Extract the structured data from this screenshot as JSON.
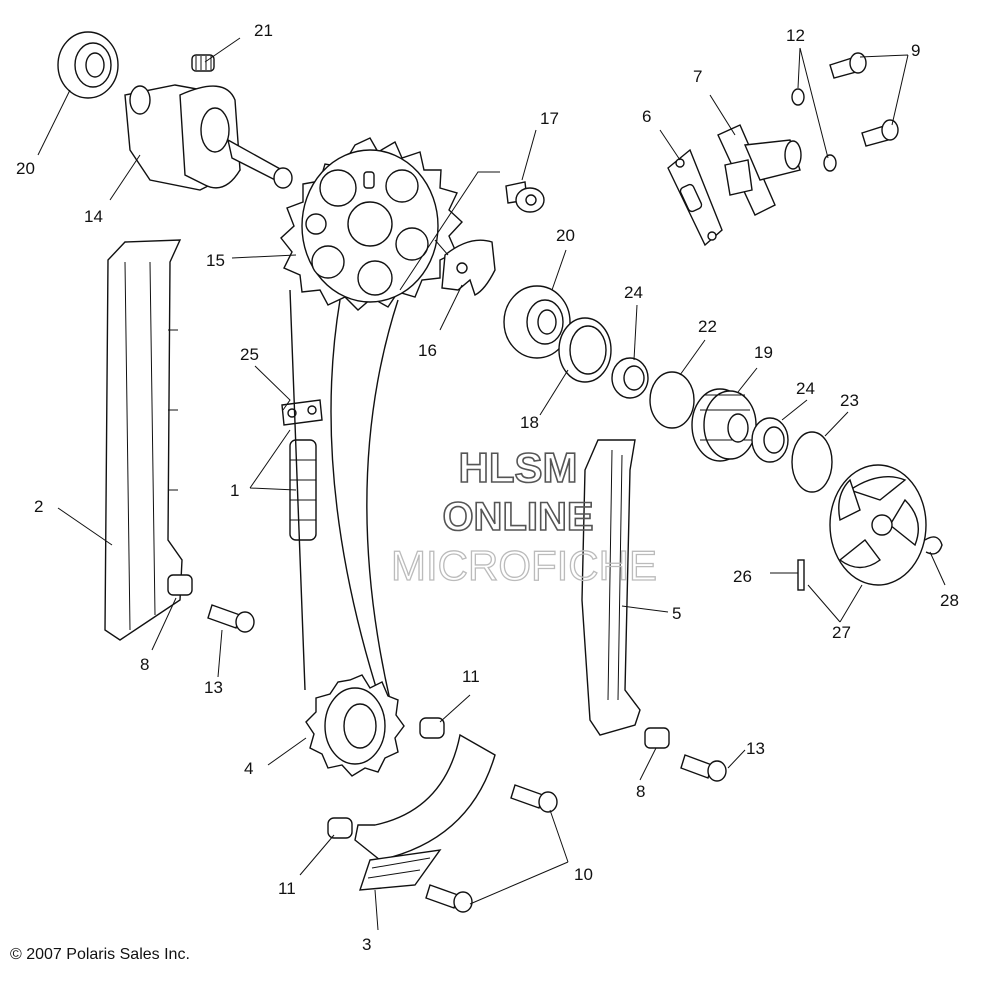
{
  "watermark": {
    "line1": "HLSM",
    "line2": "ONLINE",
    "line3": "MICROFICHE"
  },
  "copyright": "© 2007 Polaris Sales Inc.",
  "callouts": {
    "c1": "1",
    "c2": "2",
    "c3": "3",
    "c4": "4",
    "c5": "5",
    "c6": "6",
    "c7": "7",
    "c8a": "8",
    "c8b": "8",
    "c9": "9",
    "c10": "10",
    "c11a": "11",
    "c11b": "11",
    "c12": "12",
    "c13a": "13",
    "c13b": "13",
    "c14": "14",
    "c15": "15",
    "c16": "16",
    "c17": "17",
    "c18": "18",
    "c19": "19",
    "c20a": "20",
    "c20b": "20",
    "c21": "21",
    "c22": "22",
    "c23": "23",
    "c24a": "24",
    "c24b": "24",
    "c25": "25",
    "c26": "26",
    "c27": "27",
    "c28": "28"
  }
}
